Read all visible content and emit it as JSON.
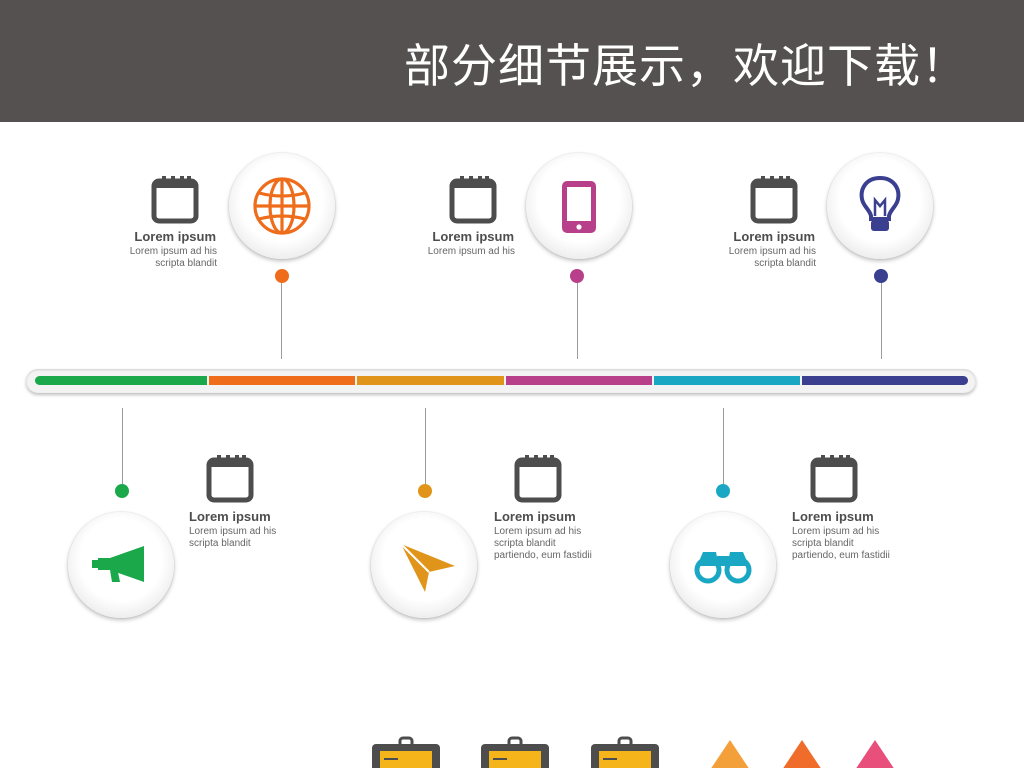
{
  "header": {
    "title": "部分细节展示，欢迎下载！"
  },
  "timeline": {
    "segment_colors": [
      "#1aa84a",
      "#ef6c1a",
      "#e0951a",
      "#b8408a",
      "#1aa7c4",
      "#3a3f8f"
    ],
    "items_top": [
      {
        "title": "Lorem ipsum",
        "line1": "Lorem ipsum ad his",
        "line2": "scripta blandit",
        "icon": "globe-icon",
        "color": "#ef6c1a"
      },
      {
        "title": "Lorem ipsum",
        "line1": "Lorem ipsum ad his",
        "icon": "smartphone-icon",
        "color": "#b8408a"
      },
      {
        "title": "Lorem ipsum",
        "line1": "Lorem ipsum ad his",
        "line2": "scripta blandit",
        "icon": "lightbulb-icon",
        "color": "#3a3f8f"
      }
    ],
    "items_bottom": [
      {
        "title": "Lorem ipsum",
        "line1": "Lorem ipsum ad his",
        "line2": "scripta blandit",
        "icon": "megaphone-icon",
        "color": "#1aa84a"
      },
      {
        "title": "Lorem ipsum",
        "line1": "Lorem ipsum ad his",
        "line2": "scripta blandit",
        "line3": "partiendo, eum fastidii",
        "icon": "paper-plane-icon",
        "color": "#e0951a"
      },
      {
        "title": "Lorem ipsum",
        "line1": "Lorem ipsum ad his",
        "line2": "scripta blandit",
        "line3": "partiendo, eum fastidii",
        "icon": "binoculars-icon",
        "color": "#1aa7c4"
      }
    ]
  },
  "bottom_row": {
    "clipboard_color": "#f4b41a",
    "triangle_colors": [
      "#f4a03a",
      "#ef6c2a",
      "#e84f7a"
    ]
  }
}
